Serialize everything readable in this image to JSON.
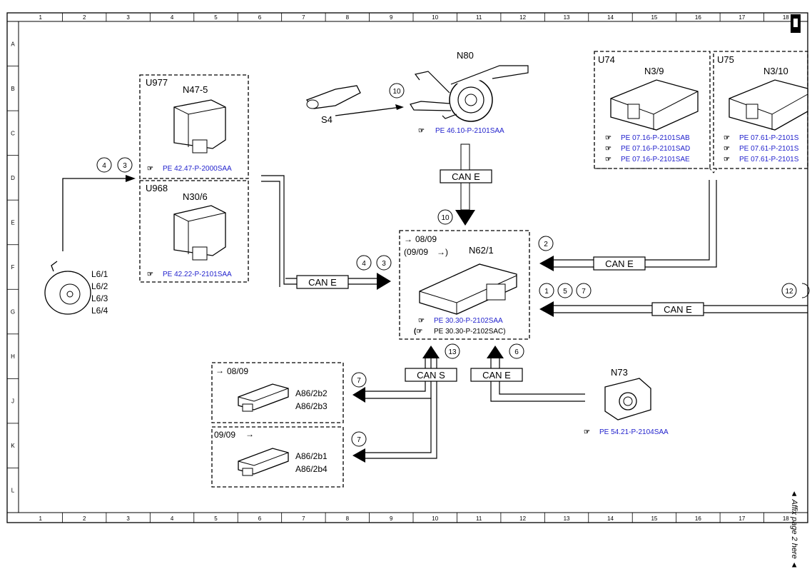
{
  "grid": {
    "columns": [
      "1",
      "2",
      "3",
      "4",
      "5",
      "6",
      "7",
      "8",
      "9",
      "10",
      "11",
      "12",
      "13",
      "14",
      "15",
      "16",
      "17",
      "18"
    ],
    "rows": [
      "A",
      "B",
      "C",
      "D",
      "E",
      "F",
      "G",
      "H",
      "J",
      "K",
      "L"
    ]
  },
  "components": {
    "n80": {
      "name": "N80",
      "ref": "PE 46.10-P-2101SAA"
    },
    "s4": {
      "name": "S4"
    },
    "u977": {
      "group": "U977",
      "name": "N47-5",
      "ref": "PE 42.47-P-2000SAA"
    },
    "u968": {
      "group": "U968",
      "name": "N30/6",
      "ref": "PE 42.22-P-2101SAA"
    },
    "u74": {
      "group": "U74",
      "name": "N3/9",
      "refs": [
        "PE 07.16-P-2101SAB",
        "PE 07.16-P-2101SAD",
        "PE 07.16-P-2101SAE"
      ]
    },
    "u75": {
      "group": "U75",
      "name": "N3/10",
      "refs": [
        "PE 07.61-P-2101S",
        "PE 07.61-P-2101S",
        "PE 07.61-P-2101S"
      ]
    },
    "n62": {
      "name": "N62/1",
      "date1": "08/09",
      "date2": "(09/09",
      "ref1": "PE 30.30-P-2102SAA",
      "ref2": "PE 30.30-P-2102SAC)"
    },
    "n73": {
      "name": "N73",
      "ref": "PE 54.21-P-2104SAA"
    },
    "sensors": {
      "l1": "L6/1",
      "l2": "L6/2",
      "l3": "L6/3",
      "l4": "L6/4"
    },
    "a86_top": {
      "date": "08/09",
      "l1": "A86/2b2",
      "l2": "A86/2b3"
    },
    "a86_bot": {
      "date": "09/09",
      "l1": "A86/2b1",
      "l2": "A86/2b4"
    }
  },
  "bus_labels": {
    "can_e": "CAN E",
    "can_s": "CAN S"
  },
  "callouts": {
    "c10a": "10",
    "c10b": "10",
    "c4a": "4",
    "c3a": "3",
    "c4b": "4",
    "c3b": "3",
    "c2": "2",
    "c1": "1",
    "c5": "5",
    "c7a": "7",
    "c12": "12",
    "c13": "13",
    "c6": "6",
    "c7b": "7",
    "c7c": "7"
  },
  "side_note": "Affix page 2 here"
}
